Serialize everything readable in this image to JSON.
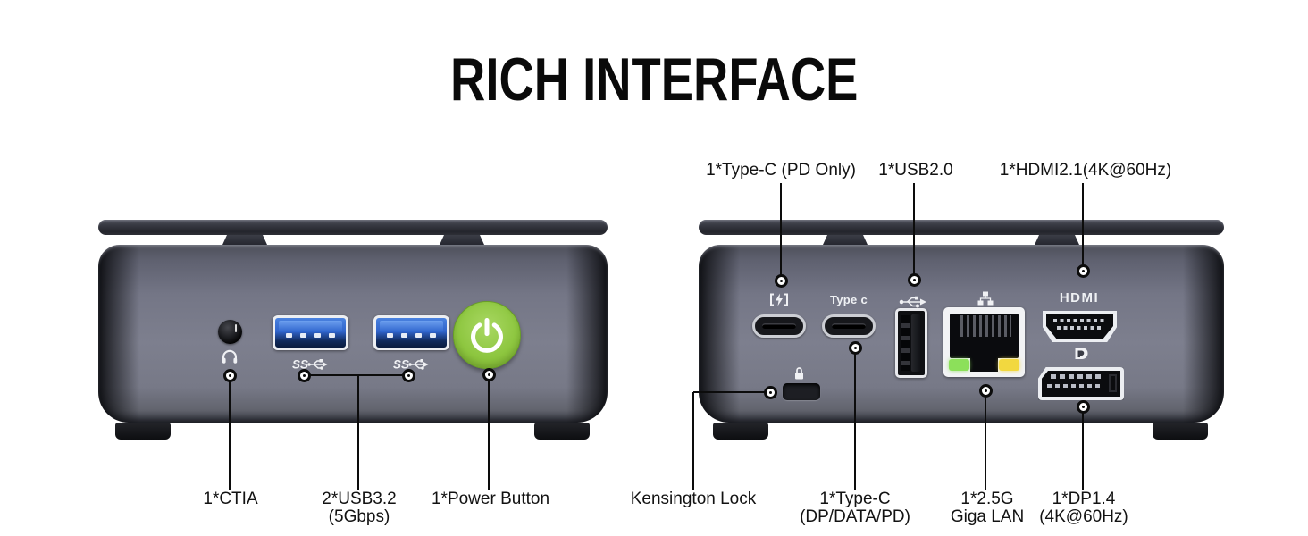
{
  "title": "RICH INTERFACE",
  "front_device": {
    "ss_usb_text": "SS",
    "callouts": {
      "ctia": {
        "label": "1*CTIA"
      },
      "usb3": {
        "label": "2*USB3.2",
        "sublabel": "(5Gbps)"
      },
      "power": {
        "label": "1*Power Button"
      }
    }
  },
  "back_device": {
    "port_text": {
      "type_c": "Type c",
      "hdmi": "HDMI"
    },
    "callouts_top": {
      "type_c_pd": {
        "label": "1*Type-C (PD Only)"
      },
      "usb2": {
        "label": "1*USB2.0"
      },
      "hdmi": {
        "label": "1*HDMI2.1(4K@60Hz)"
      }
    },
    "callouts_bottom": {
      "kensington": {
        "label": "Kensington Lock"
      },
      "type_c_dp": {
        "label": "1*Type-C",
        "sublabel": "(DP/DATA/PD)"
      },
      "lan": {
        "label": "1*2.5G",
        "sublabel": "Giga LAN"
      },
      "dp": {
        "label": "1*DP1.4",
        "sublabel": "(4K@60Hz)"
      }
    }
  },
  "colors": {
    "power_button_green": "#8dc63f",
    "usb3_port_blue": "#2e6fd6",
    "lan_led_green": "#8ce05a",
    "lan_led_yellow": "#f2d83f",
    "chassis_gray": "#7a7c8b",
    "callout_black": "#0c0c0c"
  }
}
